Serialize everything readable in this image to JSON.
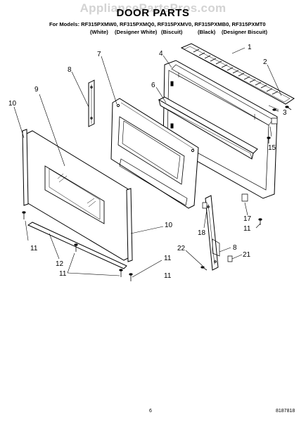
{
  "watermark": "AppliancePartsPros.com",
  "title": "DOOR PARTS",
  "models_line": "For Models: RF315PXMW0, RF315PXMQ0, RF315PXMV0, RF315PXMB0, RF315PXMT0",
  "colors": [
    "(White)",
    "(Designer White)",
    "(Biscuit)",
    "(Black)",
    "(Designer Biscuit)"
  ],
  "callouts": [
    "1",
    "2",
    "3",
    "4",
    "6",
    "7",
    "8",
    "9",
    "10",
    "15",
    "10",
    "11",
    "17",
    "11",
    "18",
    "8",
    "22",
    "21",
    "11",
    "12",
    "11",
    "11"
  ],
  "page_number": "6",
  "document_number": "8187818"
}
